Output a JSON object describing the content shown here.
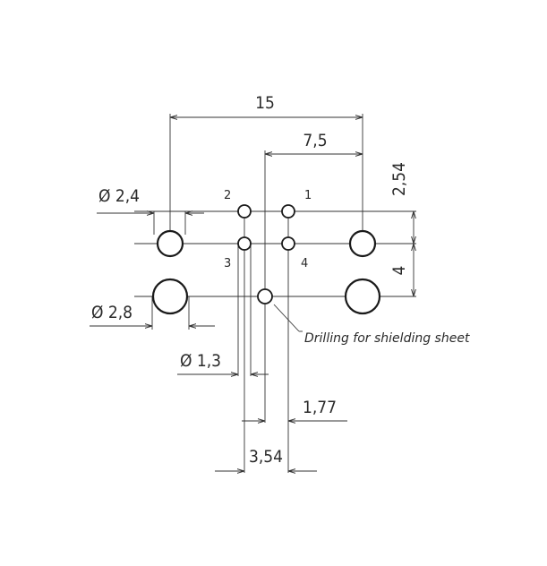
{
  "dimensions": {
    "width_total": "15",
    "width_half": "7,5",
    "pitch_vertical_small": "2,54",
    "pitch_vertical_large": "4",
    "dia_mount_small": "Ø 2,4",
    "dia_mount_large": "Ø 2,8",
    "dia_contact": "Ø 1,3",
    "offset_shield": "1,77",
    "pitch_horizontal": "3,54"
  },
  "pins": {
    "p1": "1",
    "p2": "2",
    "p3": "3",
    "p4": "4"
  },
  "annotation": {
    "shield_note": "Drilling for shielding sheet"
  }
}
